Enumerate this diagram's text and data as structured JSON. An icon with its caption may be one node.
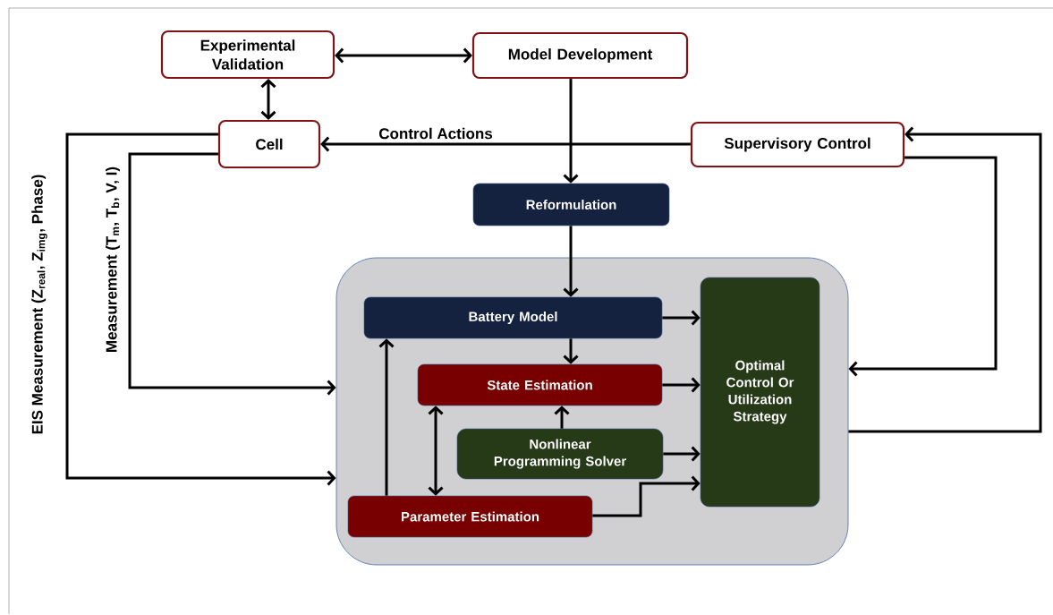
{
  "diagram": {
    "nodes": [
      {
        "text": [
          "Experimental Validation"
        ]
      },
      {
        "text": [
          "Model Development"
        ]
      },
      {
        "text": [
          "Cell"
        ]
      },
      {
        "text": [
          "Supervisory Control"
        ]
      },
      {
        "text": [
          "Reformulation"
        ]
      },
      {
        "text": [],
        "shape": "box"
      },
      {
        "text": [
          "Battery Model"
        ],
        "in": 5
      },
      {
        "text": [
          "State Estimation"
        ],
        "in": 5
      },
      {
        "text": [
          "Nonlinear Programming Solver"
        ],
        "in": 5
      },
      {
        "text": [
          "Parameter Estimation"
        ],
        "in": 5
      },
      {
        "text": [
          "Optimal Control Or Utilization Strategy"
        ],
        "in": 5
      }
    ],
    "edges": [
      {
        "from": 0,
        "to": 1,
        "arrow": "both"
      },
      {
        "from": 0,
        "to": 2,
        "arrow": "both"
      },
      {
        "from": 1,
        "to": 4,
        "arrow": "to"
      },
      {
        "from": 3,
        "to": 2,
        "arrow": "to",
        "label": "Control Actions"
      },
      {
        "from": 2,
        "to": 5,
        "arrow": "to",
        "label": "Measurement (T$_{m}$, T$_{b}$, V, I)"
      },
      {
        "from": 2,
        "to": 5,
        "arrow": "to",
        "label": "EIS Measurement (Z$_{real}$, Z$_{img}$, Phase)"
      },
      {
        "from": 4,
        "to": 6,
        "arrow": "to"
      },
      {
        "from": 6,
        "to": 10,
        "arrow": "to"
      },
      {
        "from": 7,
        "to": 10,
        "arrow": "to"
      },
      {
        "from": 8,
        "to": 10,
        "arrow": "to"
      },
      {
        "from": 9,
        "to": 10,
        "arrow": "to"
      },
      {
        "from": 6,
        "to": 7,
        "arrow": "to"
      },
      {
        "from": 8,
        "to": 7,
        "arrow": "to"
      },
      {
        "from": 7,
        "to": 9,
        "arrow": "both"
      },
      {
        "from": 9,
        "to": 6,
        "arrow": "to"
      },
      {
        "from": 3,
        "to": 5,
        "arrow": "to"
      },
      {
        "from": 5,
        "to": 3,
        "arrow": "to"
      }
    ]
  }
}
